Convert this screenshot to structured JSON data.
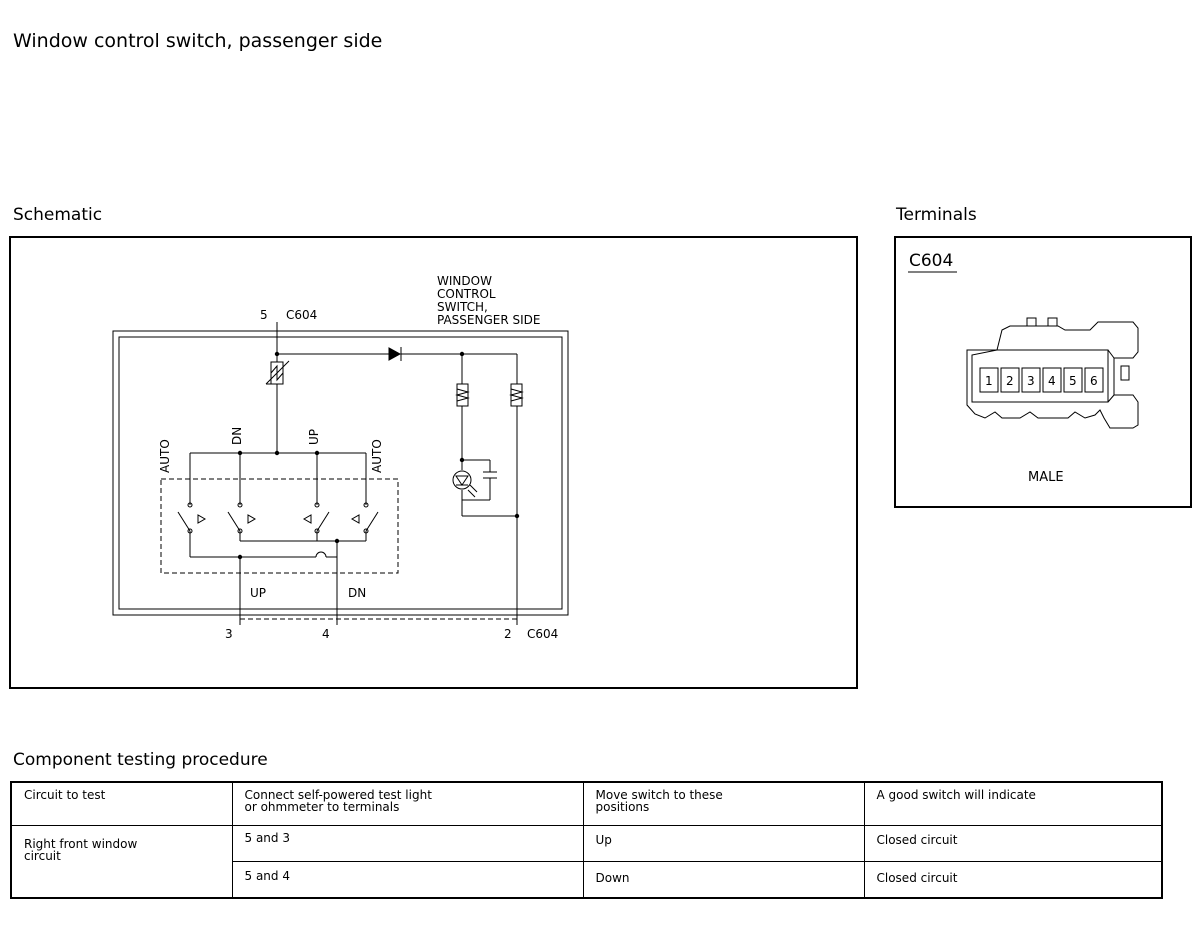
{
  "page": {
    "title": "Window control switch, passenger side"
  },
  "schematic": {
    "heading": "Schematic",
    "switch_label": [
      "WINDOW",
      "CONTROL",
      "SWITCH,",
      "PASSENGER SIDE"
    ],
    "pins": {
      "top_pin": "5",
      "top_connector": "C604",
      "bottom_pins": [
        "3",
        "4",
        "2"
      ],
      "bottom_connector": "C604"
    },
    "switch_positions": [
      "AUTO",
      "DN",
      "UP",
      "AUTO"
    ],
    "output_labels": [
      "UP",
      "DN"
    ]
  },
  "terminals": {
    "heading": "Terminals",
    "connector": "C604",
    "pins": [
      "1",
      "2",
      "3",
      "4",
      "5",
      "6"
    ],
    "gender": "MALE"
  },
  "testing": {
    "heading": "Component testing procedure",
    "headers": [
      "Circuit to test",
      "Connect self-powered test light\nor ohmmeter to terminals",
      "Move switch to these\npositions",
      "A good switch will indicate"
    ],
    "circuit": "Right front window\ncircuit",
    "rows": [
      {
        "terminals": "5 and 3",
        "position": "Up",
        "result": "Closed circuit"
      },
      {
        "terminals": "5 and 4",
        "position": "Down",
        "result": "Closed circuit"
      }
    ]
  }
}
